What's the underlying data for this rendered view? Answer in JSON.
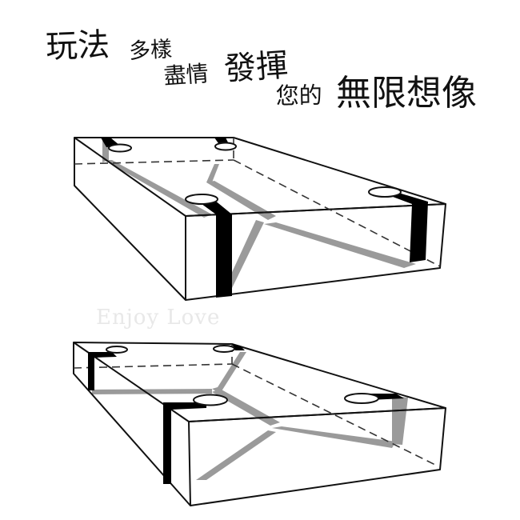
{
  "headline": {
    "line1": {
      "large": "玩法",
      "small": "多樣"
    },
    "line2": {
      "small": "盡情",
      "large": "發揮"
    },
    "line3": {
      "small": "您的",
      "large": "無限想像"
    }
  },
  "watermark": {
    "text": "Enjoy Love"
  },
  "diagrams": [
    {
      "name": "mattress-top",
      "description": "Mattress with four corner cuffs and crossing straps, vertical straps on front edges",
      "strap_count": 4
    },
    {
      "name": "mattress-bottom",
      "description": "Mattress with four corner cuffs and straps wrapping under the mattress",
      "strap_count": 4
    }
  ],
  "colors": {
    "line": "#111111",
    "strap_dark": "#000000",
    "strap_shadow": "#9a9a9a",
    "background": "#ffffff"
  }
}
